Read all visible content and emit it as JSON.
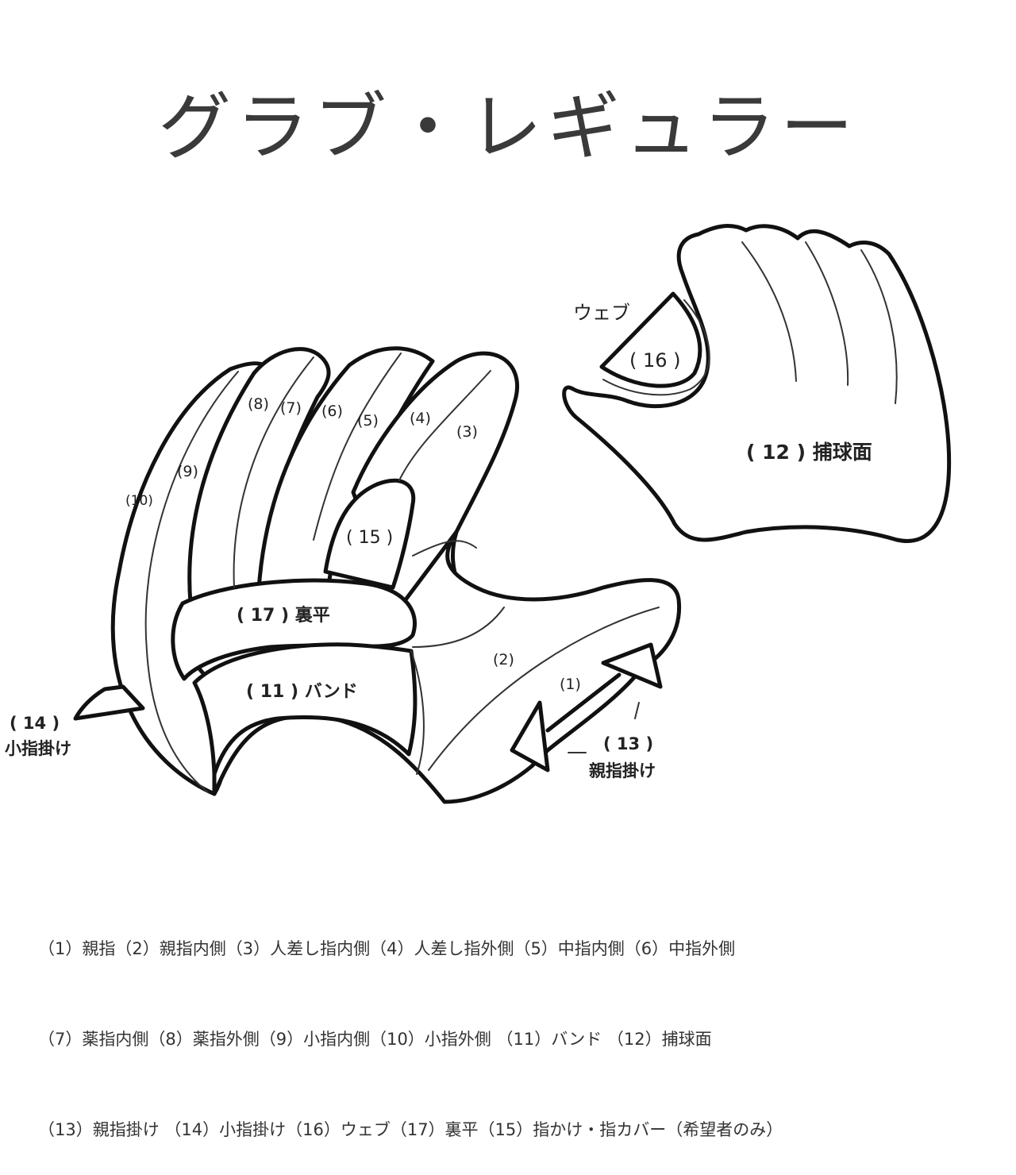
{
  "title": "グラブ・レギュラー",
  "diagram": {
    "back_view_labels": {
      "l1": "(1)",
      "l2": "(2)",
      "l3": "(3)",
      "l4": "(4)",
      "l5": "(5)",
      "l6": "(6)",
      "l7": "(7)",
      "l8": "(8)",
      "l9": "(9)",
      "l10": "(10)",
      "l15": "( 15 )",
      "l17": "( 17 ) 裏平",
      "l11": "( 11 ) バンド",
      "l14_num": "( 14 )",
      "l14_name": "小指掛け",
      "l13_num": "( 13 )",
      "l13_name": "親指掛け"
    },
    "palm_view_labels": {
      "web_name": "ウェブ",
      "l16": "( 16 )",
      "l12": "( 12 ) 捕球面"
    }
  },
  "legend": {
    "rows": [
      "（1）親指（2）親指内側（3）人差し指内側（4）人差し指外側（5）中指内側（6）中指外側",
      "（7）薬指内側（8）薬指外側（9）小指内側（10）小指外側 （11）バンド （12）捕球面",
      "（13）親指掛け （14）小指掛け（16）ウェブ（17）裏平（15）指かけ・指カバー（希望者のみ）"
    ]
  }
}
